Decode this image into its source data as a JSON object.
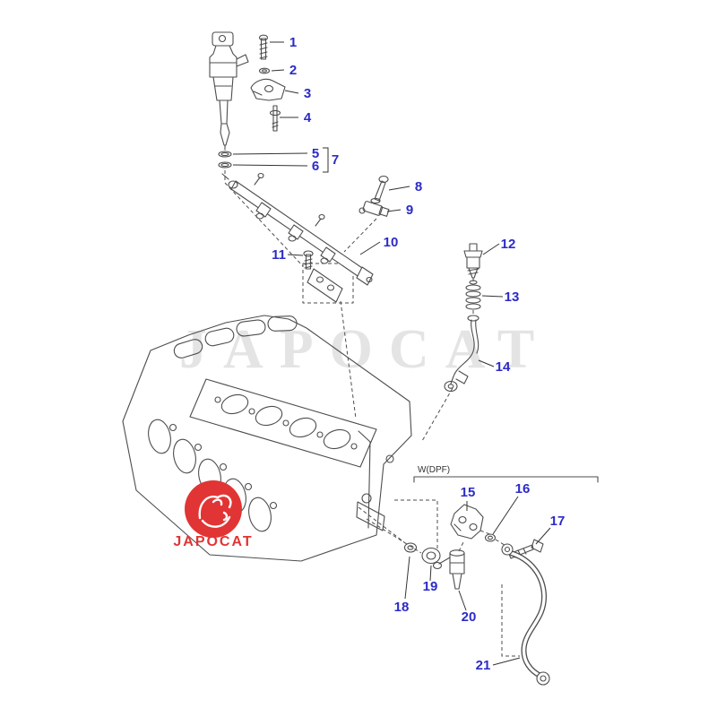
{
  "watermark": {
    "text": "JAPOCAT"
  },
  "logo": {
    "text": "JAPOCAT"
  },
  "variant": {
    "label": "W(DPF)"
  },
  "colors": {
    "label_blue": "#2b2bc8",
    "logo_red": "#e13434",
    "line_gray": "#4d4d4d",
    "watermark_gray": "#e4e4e4"
  },
  "callouts": [
    {
      "num": "1"
    },
    {
      "num": "2"
    },
    {
      "num": "3"
    },
    {
      "num": "4"
    },
    {
      "num": "5"
    },
    {
      "num": "6"
    },
    {
      "num": "7"
    },
    {
      "num": "8"
    },
    {
      "num": "9"
    },
    {
      "num": "10"
    },
    {
      "num": "11"
    },
    {
      "num": "12"
    },
    {
      "num": "13"
    },
    {
      "num": "14"
    },
    {
      "num": "15"
    },
    {
      "num": "16"
    },
    {
      "num": "17"
    },
    {
      "num": "18"
    },
    {
      "num": "19"
    },
    {
      "num": "20"
    },
    {
      "num": "21"
    }
  ]
}
